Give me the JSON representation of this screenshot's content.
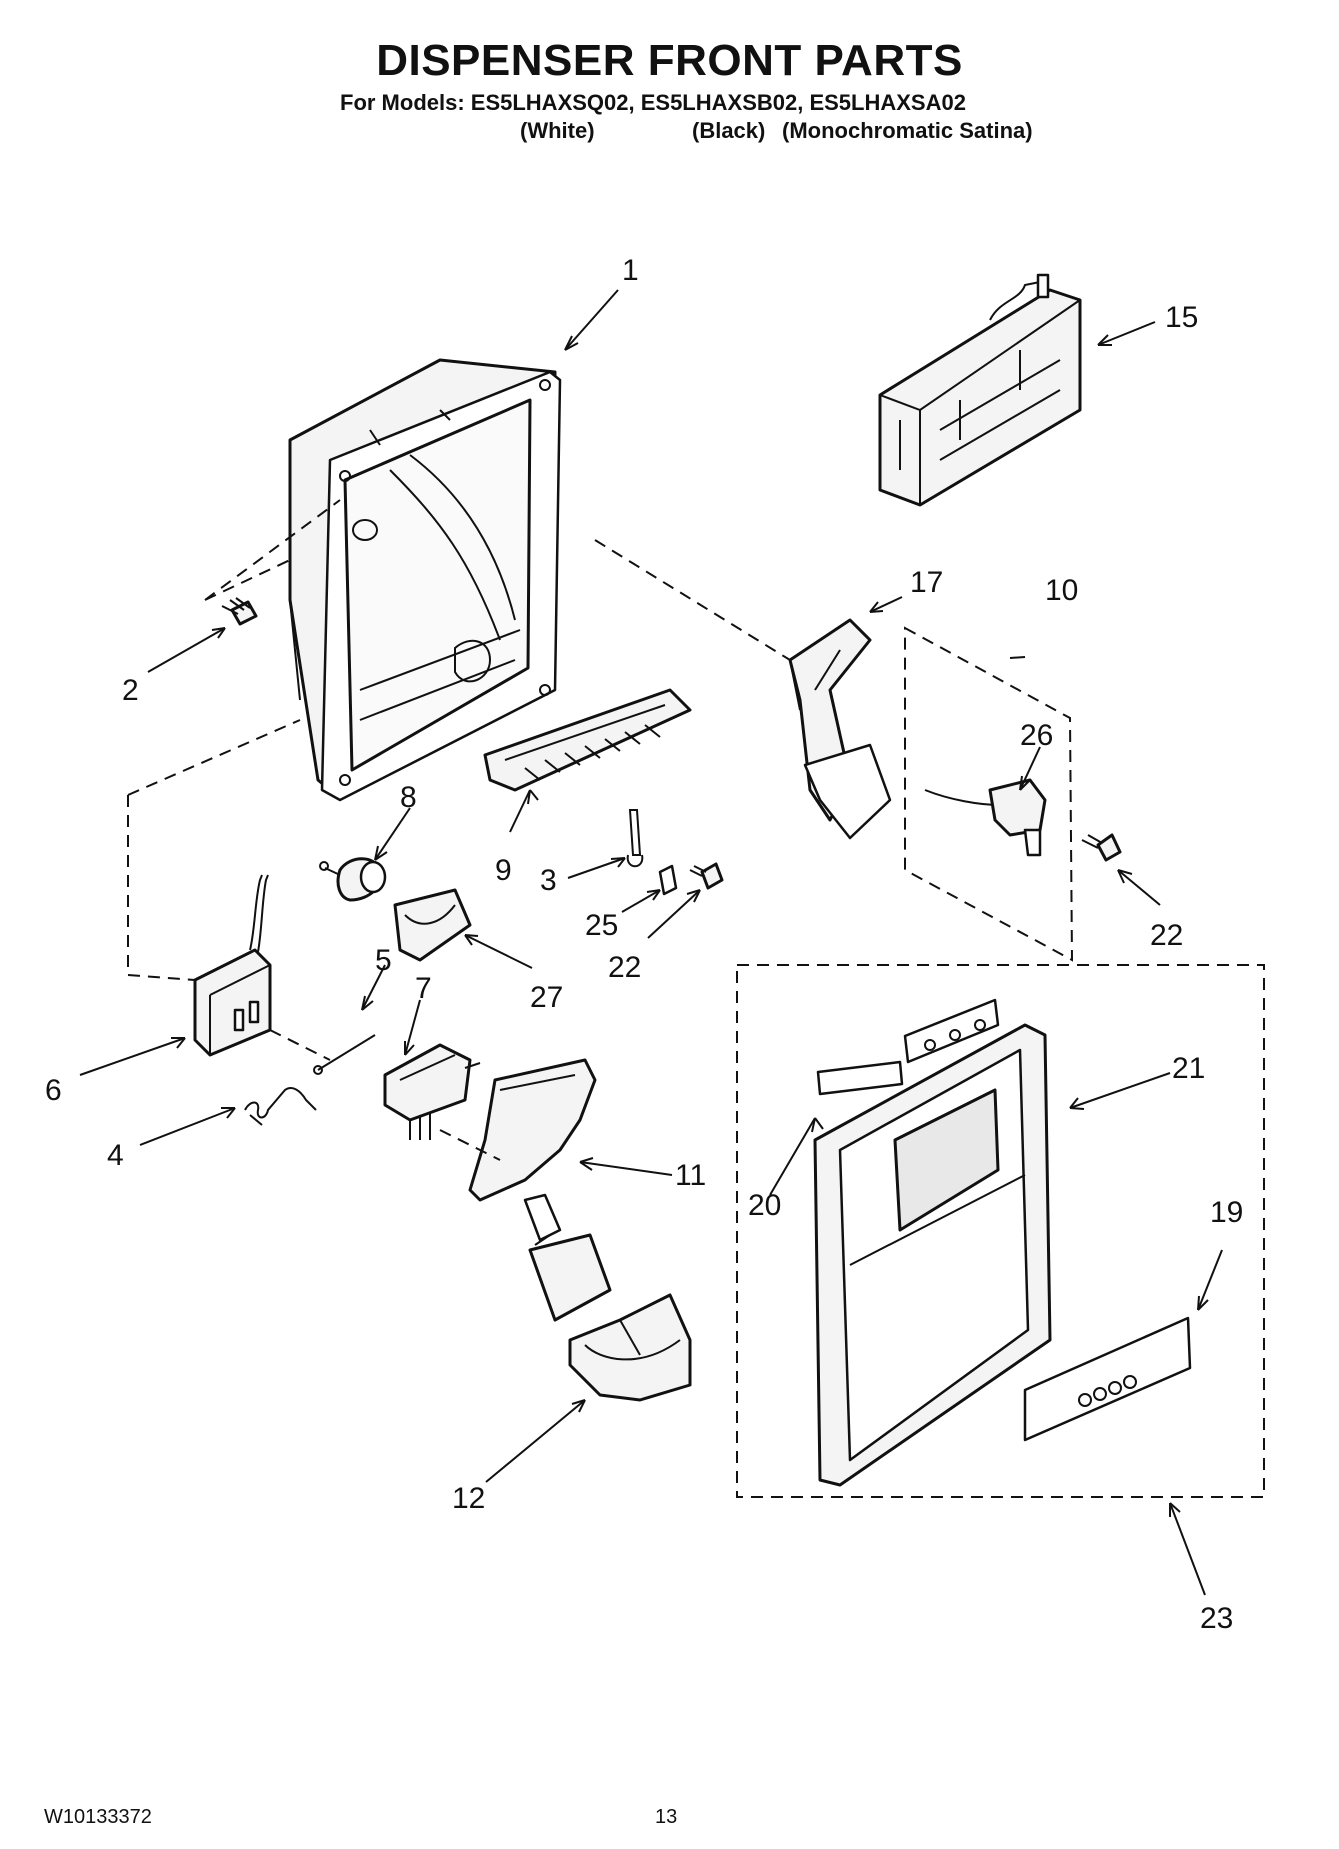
{
  "title": "DISPENSER FRONT PARTS",
  "models_line": "For Models: ES5LHAXSQ02, ES5LHAXSB02, ES5LHAXSA02",
  "variants": {
    "white": "(White)",
    "black": "(Black)",
    "mono": "(Monochromatic Satina)"
  },
  "callouts": {
    "c1": "1",
    "c2": "2",
    "c3": "3",
    "c4": "4",
    "c5": "5",
    "c6": "6",
    "c7": "7",
    "c8": "8",
    "c9": "9",
    "c10": "10",
    "c11": "11",
    "c12": "12",
    "c15": "15",
    "c17": "17",
    "c19": "19",
    "c20": "20",
    "c21": "21",
    "c22a": "22",
    "c22b": "22",
    "c23": "23",
    "c25": "25",
    "c26": "26",
    "c27": "27"
  },
  "footer": {
    "doc_number": "W10133372",
    "page_number": "13"
  }
}
